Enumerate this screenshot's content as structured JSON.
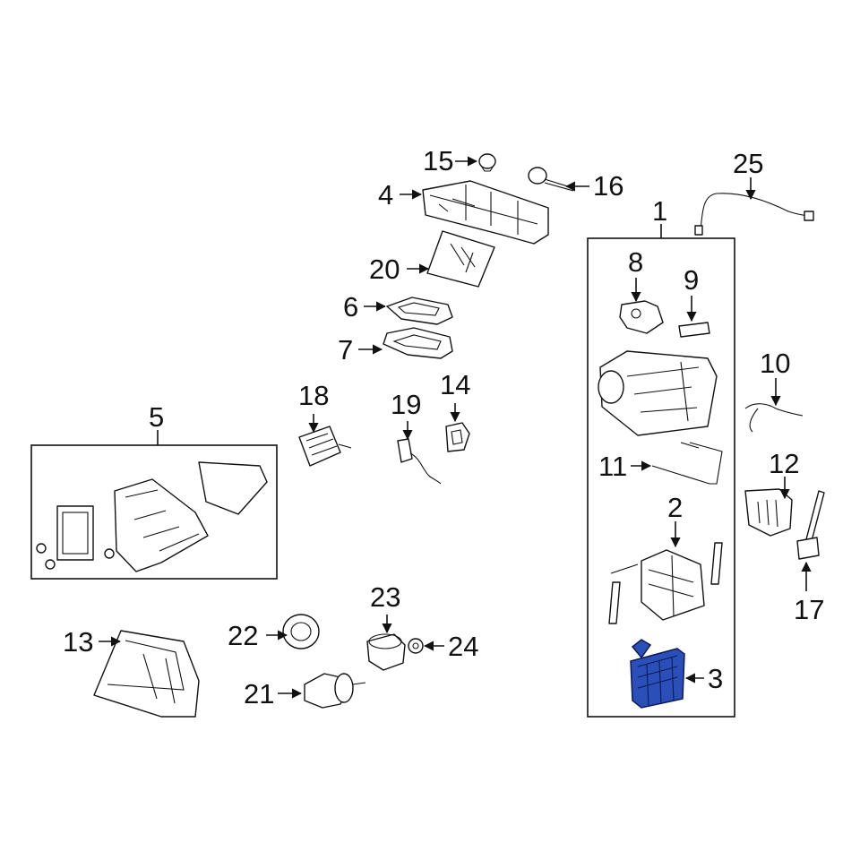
{
  "diagram": {
    "callouts": {
      "c1": "1",
      "c2": "2",
      "c3": "3",
      "c4": "4",
      "c5": "5",
      "c6": "6",
      "c7": "7",
      "c8": "8",
      "c9": "9",
      "c10": "10",
      "c11": "11",
      "c12": "12",
      "c13": "13",
      "c14": "14",
      "c15": "15",
      "c16": "16",
      "c17": "17",
      "c18": "18",
      "c19": "19",
      "c20": "20",
      "c21": "21",
      "c22": "22",
      "c23": "23",
      "c24": "24",
      "c25": "25"
    },
    "highlighted_part": "3",
    "colors": {
      "highlight": "#2a4fb8",
      "line": "#111111",
      "background": "#ffffff"
    }
  }
}
